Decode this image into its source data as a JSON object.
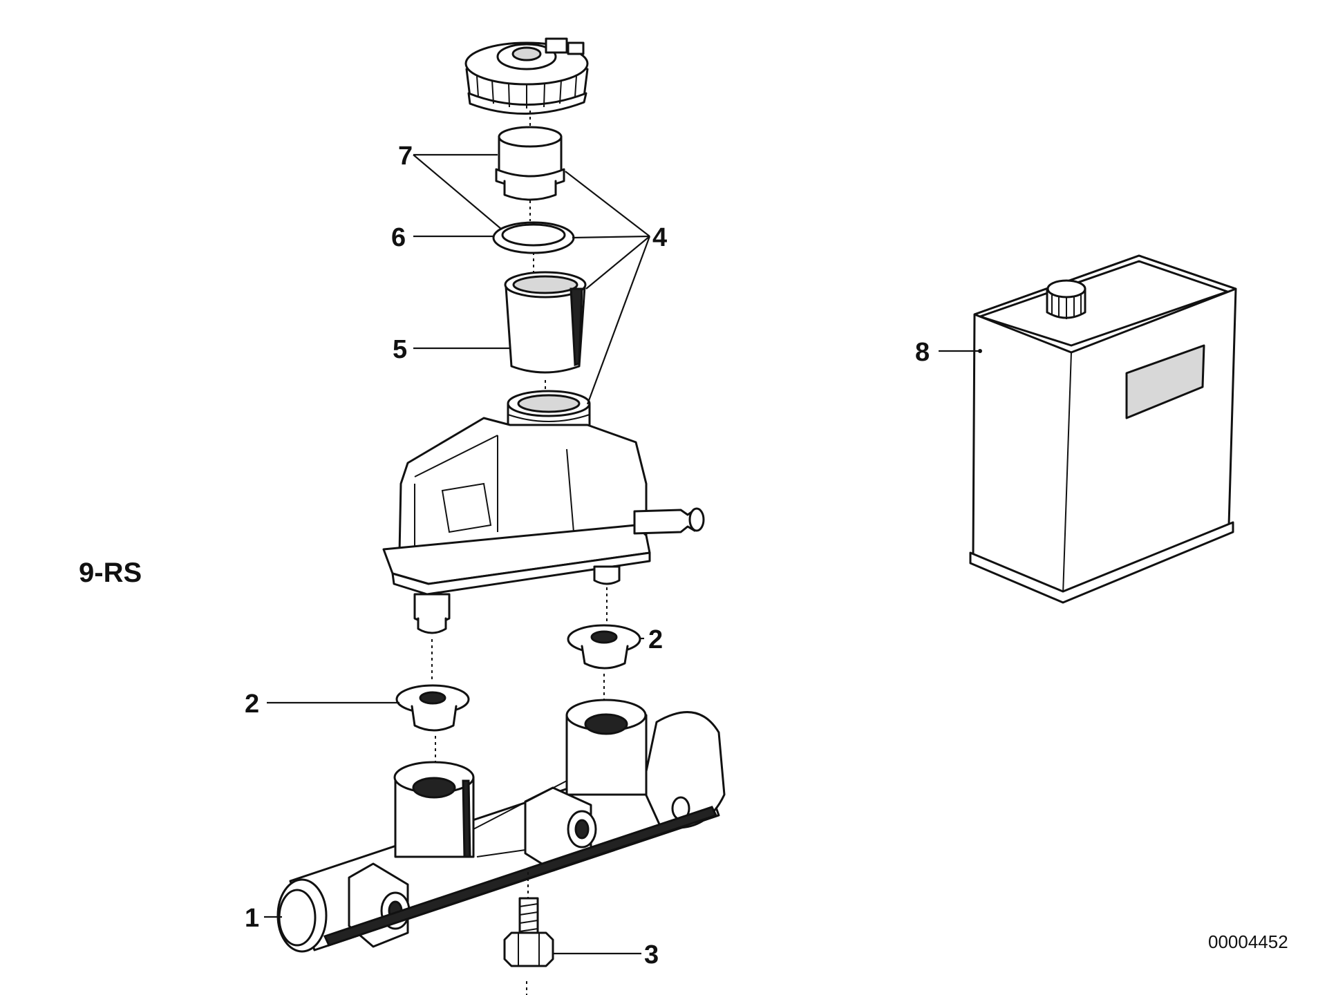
{
  "diagram": {
    "group_code": "9-RS",
    "reference_number": "00004452",
    "callouts": [
      "1",
      "2",
      "2",
      "3",
      "4",
      "5",
      "6",
      "7",
      "8"
    ]
  },
  "colors": {
    "line": "#111111",
    "background": "#ffffff",
    "shade": "#d8d8d8"
  },
  "icons": [
    "master-cylinder-icon",
    "reservoir-icon",
    "filter-insert-icon",
    "cap-icon",
    "fluid-can-icon"
  ]
}
